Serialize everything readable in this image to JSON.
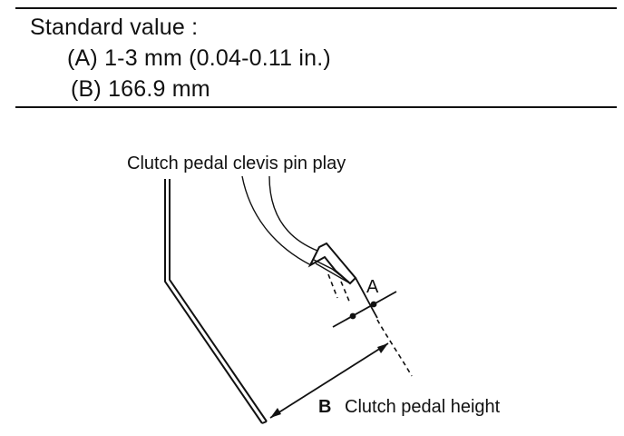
{
  "spec": {
    "title": "Standard value :",
    "item_a": "(A) 1-3 mm (0.04-0.11 in.)",
    "item_b": "(B) 166.9 mm"
  },
  "diagram": {
    "label_clevis": "Clutch pedal clevis pin play",
    "label_a": "A",
    "label_b_letter": "B",
    "label_b_text": "Clutch pedal height"
  }
}
